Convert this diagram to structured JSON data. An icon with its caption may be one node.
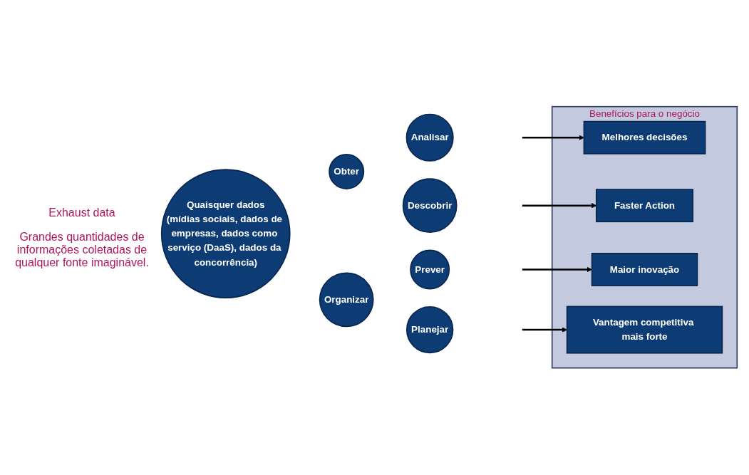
{
  "diagram": {
    "nodes": [
      {
        "text": [
          "Quaisquer dados",
          "(mídias sociais, dados de empresas, dados como serviço (DaaS), dados da concorrência)"
        ],
        "beside": [
          "Exhaust data",
          "Grandes quantidades de informações coletadas de qualquer fonte imaginável."
        ]
      },
      {
        "text": [
          "Obter"
        ]
      },
      {
        "text": [
          "Organizar"
        ]
      },
      {
        "text": [
          "Analisar"
        ]
      },
      {
        "text": [
          "Descobrir"
        ]
      },
      {
        "text": [
          "Prever"
        ]
      },
      {
        "text": [
          "Planejar"
        ]
      },
      {
        "text": [
          "Benefícios para o negócio"
        ]
      },
      {
        "text": [
          "Melhores decisões"
        ],
        "in": 7
      },
      {
        "text": [
          "Faster Action"
        ],
        "in": 7
      },
      {
        "text": [
          "Maior inovação"
        ],
        "in": 7
      },
      {
        "text": [
          "Vantagem competitiva mais forte"
        ],
        "in": 7
      }
    ],
    "edges": [
      {
        "from": null,
        "to": 8,
        "arrow": "to"
      },
      {
        "from": null,
        "to": 9,
        "arrow": "to"
      },
      {
        "from": null,
        "to": 10,
        "arrow": "to"
      },
      {
        "from": null,
        "to": 11,
        "arrow": "to"
      }
    ]
  }
}
